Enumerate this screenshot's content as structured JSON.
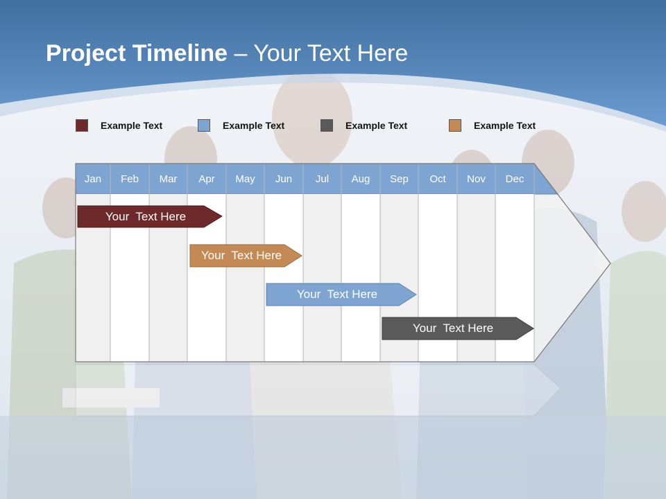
{
  "title": {
    "bold": "Project Timeline",
    "rest": " – Your Text Here"
  },
  "colors": {
    "header_blue": "#4e7fb4",
    "month_header": "#7ea5d1",
    "maroon": "#6e2a2a",
    "tan": "#c48a55",
    "light_blue": "#7ea5d1",
    "gray": "#5a5a5a"
  },
  "legend": [
    {
      "label": "Example Text",
      "color": "#6e2a2a"
    },
    {
      "label": "Example Text",
      "color": "#7ea5d1"
    },
    {
      "label": "Example Text",
      "color": "#5a5a5a"
    },
    {
      "label": "Example Text",
      "color": "#c48a55"
    }
  ],
  "months": [
    "Jan",
    "Feb",
    "Mar",
    "Apr",
    "May",
    "Jun",
    "Jul",
    "Aug",
    "Sep",
    "Oct",
    "Nov",
    "Dec"
  ],
  "bars": [
    {
      "label": "Your  Text Here",
      "color": "#6e2a2a"
    },
    {
      "label": "Your  Text Here",
      "color": "#c48a55"
    },
    {
      "label": "Your  Text Here",
      "color": "#7ea5d1"
    },
    {
      "label": "Your  Text Here",
      "color": "#5a5a5a"
    }
  ],
  "background_image": "group-of-students-photo"
}
